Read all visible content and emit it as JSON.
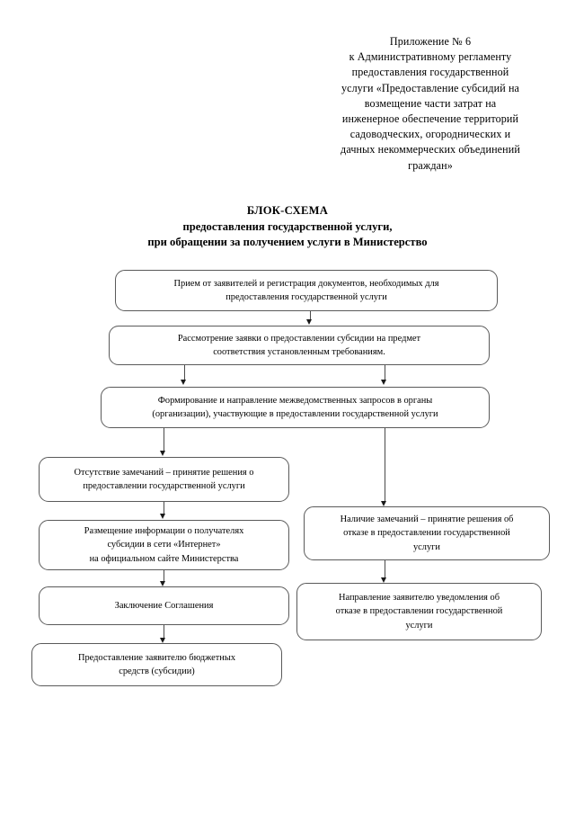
{
  "header": {
    "lines": [
      "Приложение № 6",
      "к Административному регламенту",
      "предоставления государственной",
      "услуги «Предоставление субсидий на",
      "возмещение части затрат на",
      "инженерное обеспечение территорий",
      "садоводческих, огороднических и",
      "дачных некоммерческих объединений",
      "граждан»"
    ]
  },
  "title": {
    "line1": "БЛОК-СХЕМА",
    "line2": "предоставления государственной услуги,",
    "line3": "при обращении за получением услуги в Министерство"
  },
  "flowchart": {
    "type": "flowchart",
    "nodes": [
      {
        "id": "n1",
        "lines": [
          "Прием от заявителей и регистрация документов, необходимых для",
          "предоставления государственной услуги"
        ]
      },
      {
        "id": "n2",
        "lines": [
          "Рассмотрение заявки о предоставлении субсидии на предмет",
          "соответствия установленным требованиям."
        ]
      },
      {
        "id": "n3",
        "lines": [
          "Формирование и направление межведомственных запросов в органы",
          "(организации), участвующие в предоставлении государственной услуги"
        ]
      },
      {
        "id": "n4",
        "lines": [
          "Отсутствие замечаний – принятие решения о",
          "предоставлении государственной услуги"
        ]
      },
      {
        "id": "n5",
        "lines": [
          "Размещение информации о получателях",
          "субсидии в сети «Интернет»",
          "на официальном сайте Министерства"
        ]
      },
      {
        "id": "n6",
        "lines": [
          "Заключение Соглашения"
        ]
      },
      {
        "id": "n7",
        "lines": [
          "Предоставление заявителю бюджетных",
          "средств (субсидии)"
        ]
      },
      {
        "id": "n8",
        "lines": [
          "Наличие замечаний – принятие решения об",
          "отказе в предоставлении государственной",
          "услуги"
        ]
      },
      {
        "id": "n9",
        "lines": [
          "Направление заявителю уведомления об",
          "отказе в предоставлении государственной",
          "услуги"
        ]
      }
    ],
    "edges": [
      {
        "from": "n1",
        "to": "n2"
      },
      {
        "from": "n2",
        "to": "n3"
      },
      {
        "from": "n2",
        "to": "n3"
      },
      {
        "from": "n3",
        "to": "n4"
      },
      {
        "from": "n3",
        "to": "n8"
      },
      {
        "from": "n4",
        "to": "n5"
      },
      {
        "from": "n5",
        "to": "n6"
      },
      {
        "from": "n6",
        "to": "n7"
      },
      {
        "from": "n8",
        "to": "n9"
      }
    ]
  },
  "colors": {
    "page_background": "#ffffff",
    "text": "#000000",
    "node_border": "#5a5a5a",
    "connector": "#4a4a4a"
  }
}
